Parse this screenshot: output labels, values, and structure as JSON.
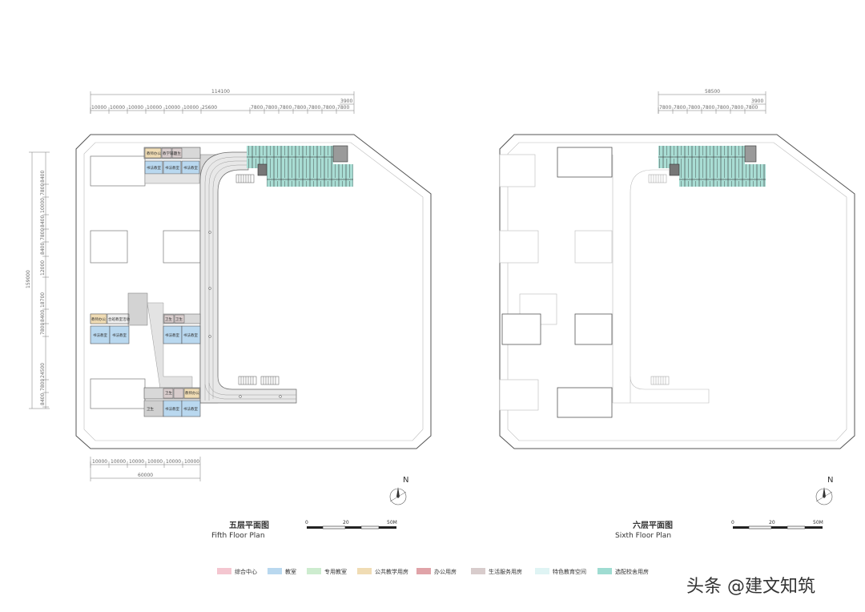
{
  "plans": [
    {
      "title_cn": "五层平面图",
      "title_en": "Fifth Floor Plan",
      "scale_labels": [
        "0",
        "20",
        "50M"
      ],
      "north": "N",
      "dims_top_total": "114100",
      "dims_top_sub": "3900",
      "dims_top": [
        "10000",
        "10000",
        "10000",
        "10000",
        "10000",
        "10000",
        "25600",
        "7800",
        "7800",
        "7800",
        "7800",
        "7800",
        "7800",
        "7800"
      ],
      "dims_bottom": [
        "10000",
        "10000",
        "10000",
        "10000",
        "10000",
        "10000"
      ],
      "dims_bottom_total": "60000",
      "dims_left_total": "159000",
      "dims_left": [
        "8400",
        "7800",
        "24500",
        "7800",
        "8400",
        "18700",
        "12000",
        "8400",
        "7800",
        "8400",
        "10000",
        "7800",
        "8400"
      ],
      "rooms": [
        "教师办公",
        "教学辅助",
        "卫生",
        "书法教室",
        "书法教室",
        "书法教室",
        "教师办公",
        "合班教室活动",
        "书法教室",
        "书法教室",
        "卫生",
        "卫生",
        "书法教室",
        "书法教室",
        "卫生",
        "教师办公",
        "卫生",
        "书法教室",
        "书法教室"
      ]
    },
    {
      "title_cn": "六层平面图",
      "title_en": "Sixth Floor Plan",
      "scale_labels": [
        "0",
        "20",
        "50M"
      ],
      "north": "N",
      "dims_top_total": "58500",
      "dims_top_sub": "3900",
      "dims_top": [
        "7800",
        "7800",
        "7800",
        "7800",
        "7800",
        "7800",
        "7800"
      ]
    }
  ],
  "legend": [
    {
      "label": "综合中心",
      "color": "#f4c6d0"
    },
    {
      "label": "教室",
      "color": "#b9d8ef"
    },
    {
      "label": "专用教室",
      "color": "#cdeccf"
    },
    {
      "label": "公共教学用房",
      "color": "#f0dcb4"
    },
    {
      "label": "办公用房",
      "color": "#e0a3a8"
    },
    {
      "label": "生活服务用房",
      "color": "#d8cccc"
    },
    {
      "label": "特色教育空间",
      "color": "#dff4f4"
    },
    {
      "label": "选配校舍用房",
      "color": "#9fdcd2"
    }
  ],
  "watermark": "头条 @建文知筑"
}
